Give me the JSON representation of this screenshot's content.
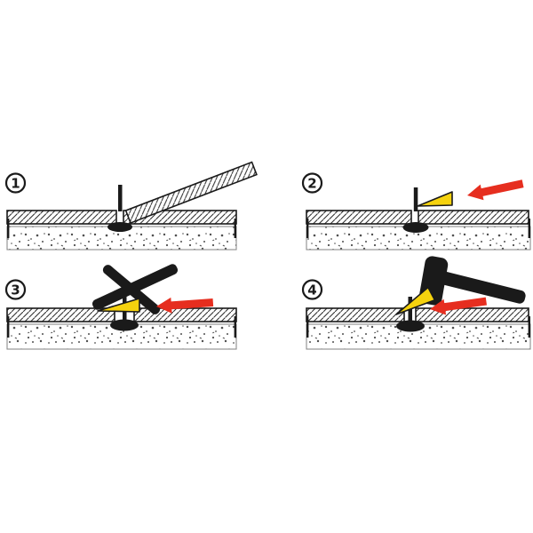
{
  "diagram": {
    "subject": "tile-leveling-system-installation-steps",
    "colors": {
      "outline": "#1a1a1a",
      "wedge": "#f5d20e",
      "arrow": "#e62e1f",
      "hatch_line": "#2b2b2b",
      "speckle_dot": "#4f4f4f",
      "substrate_border": "#8c8c8c"
    },
    "panels": [
      {
        "number": "1",
        "icons": [
          "leveling-clip",
          "tile-being-placed"
        ]
      },
      {
        "number": "2",
        "icons": [
          "leveling-clip",
          "leveling-wedge",
          "arrow-left-icon"
        ]
      },
      {
        "number": "3",
        "icons": [
          "leveling-clip",
          "leveling-wedge",
          "pliers-tool",
          "arrow-left-icon"
        ]
      },
      {
        "number": "4",
        "icons": [
          "leveling-clip",
          "leveling-wedge",
          "hammer",
          "arrow-left-icon"
        ]
      }
    ]
  }
}
